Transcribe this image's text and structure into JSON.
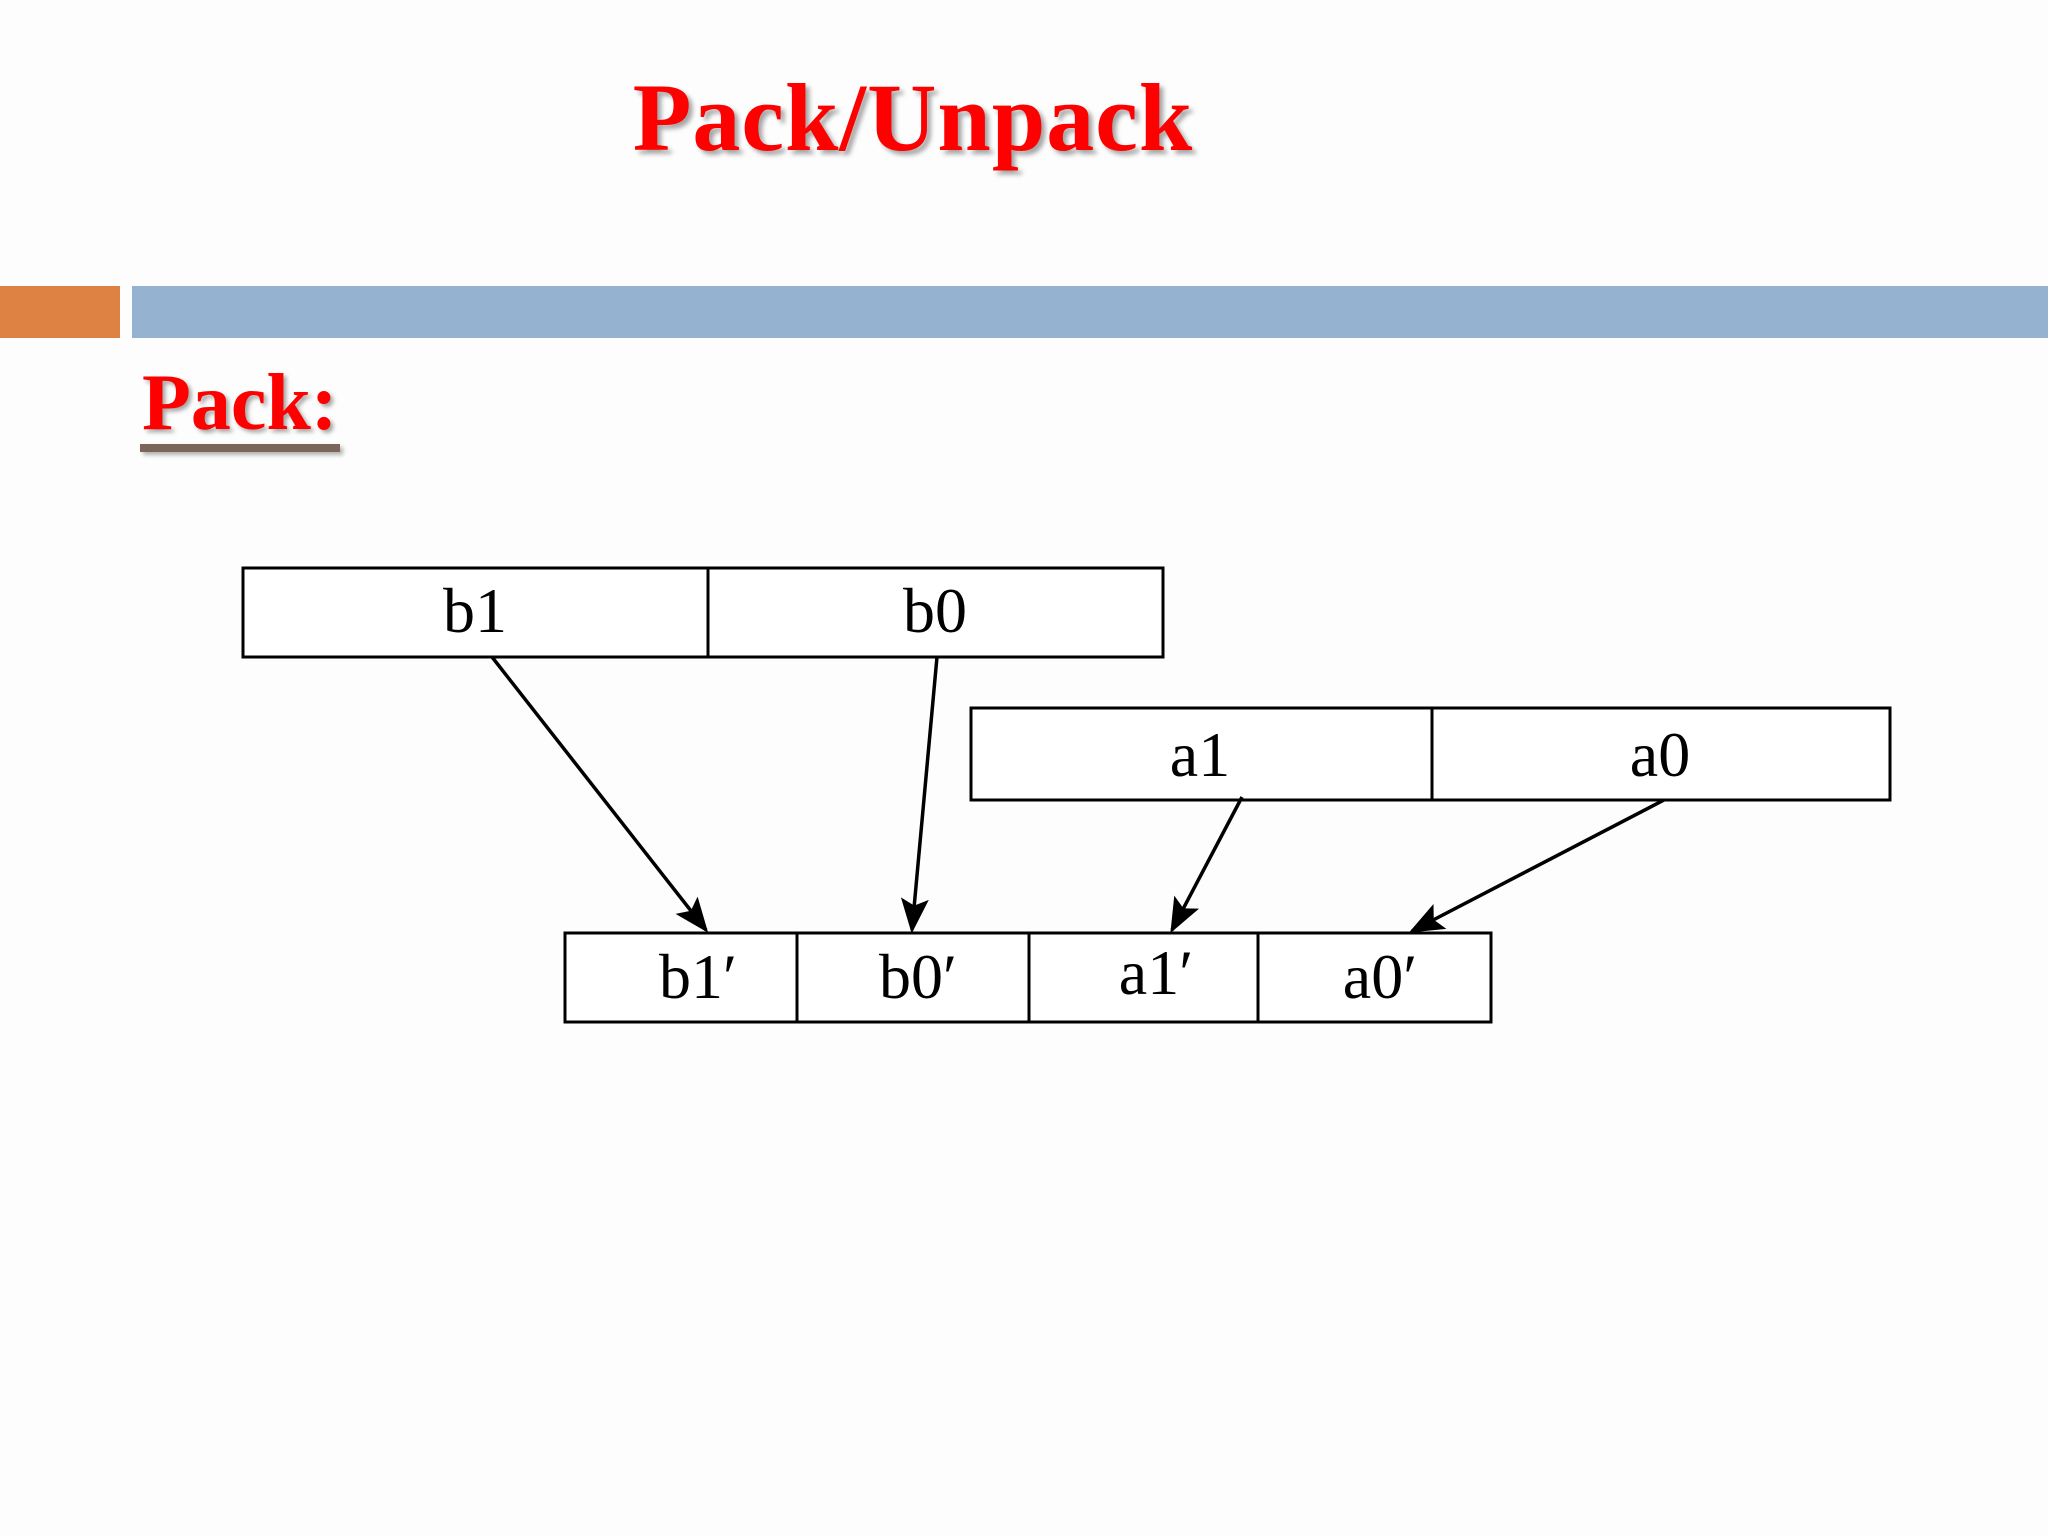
{
  "slide": {
    "title": "Pack/Unpack",
    "subtitle": "Pack:",
    "colors": {
      "title": "#ff0000",
      "accent_orange": "#de8244",
      "accent_blue": "#95b3d1",
      "underline": "#7a665a"
    }
  },
  "diagram": {
    "source_b": {
      "cells": [
        "b1",
        "b0"
      ]
    },
    "source_a": {
      "cells": [
        "a1",
        "a0"
      ]
    },
    "result": {
      "cells": [
        "b1′",
        "b0′",
        "a1′",
        "a0′"
      ]
    },
    "arrows": [
      {
        "from": "b1",
        "to": "b1′"
      },
      {
        "from": "b0",
        "to": "b0′"
      },
      {
        "from": "a1",
        "to": "a1′"
      },
      {
        "from": "a0",
        "to": "a0′"
      }
    ]
  }
}
